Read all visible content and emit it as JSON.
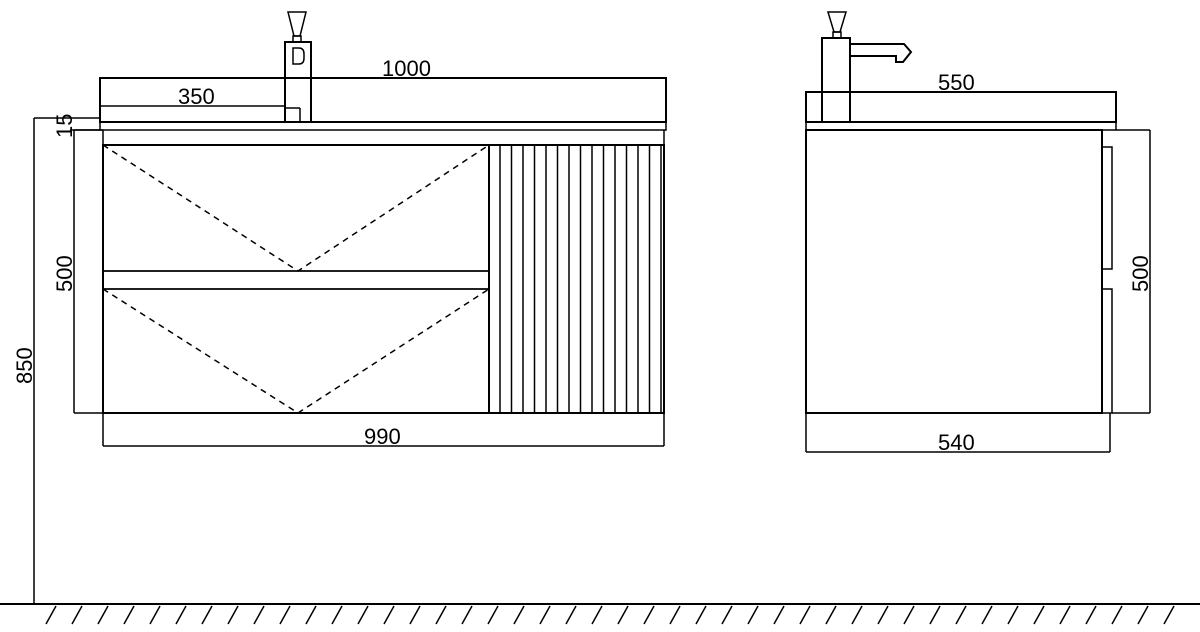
{
  "diagram": {
    "front": {
      "dim_top_width": "1000",
      "dim_basin_offset": "350",
      "dim_top_thickness": "15",
      "dim_cabinet_height": "500",
      "dim_floor_height": "850",
      "dim_cabinet_width": "990"
    },
    "side": {
      "dim_top_depth": "550",
      "dim_cabinet_height": "500",
      "dim_cabinet_depth": "540"
    },
    "colors": {
      "line": "#000000",
      "background": "#ffffff"
    }
  }
}
